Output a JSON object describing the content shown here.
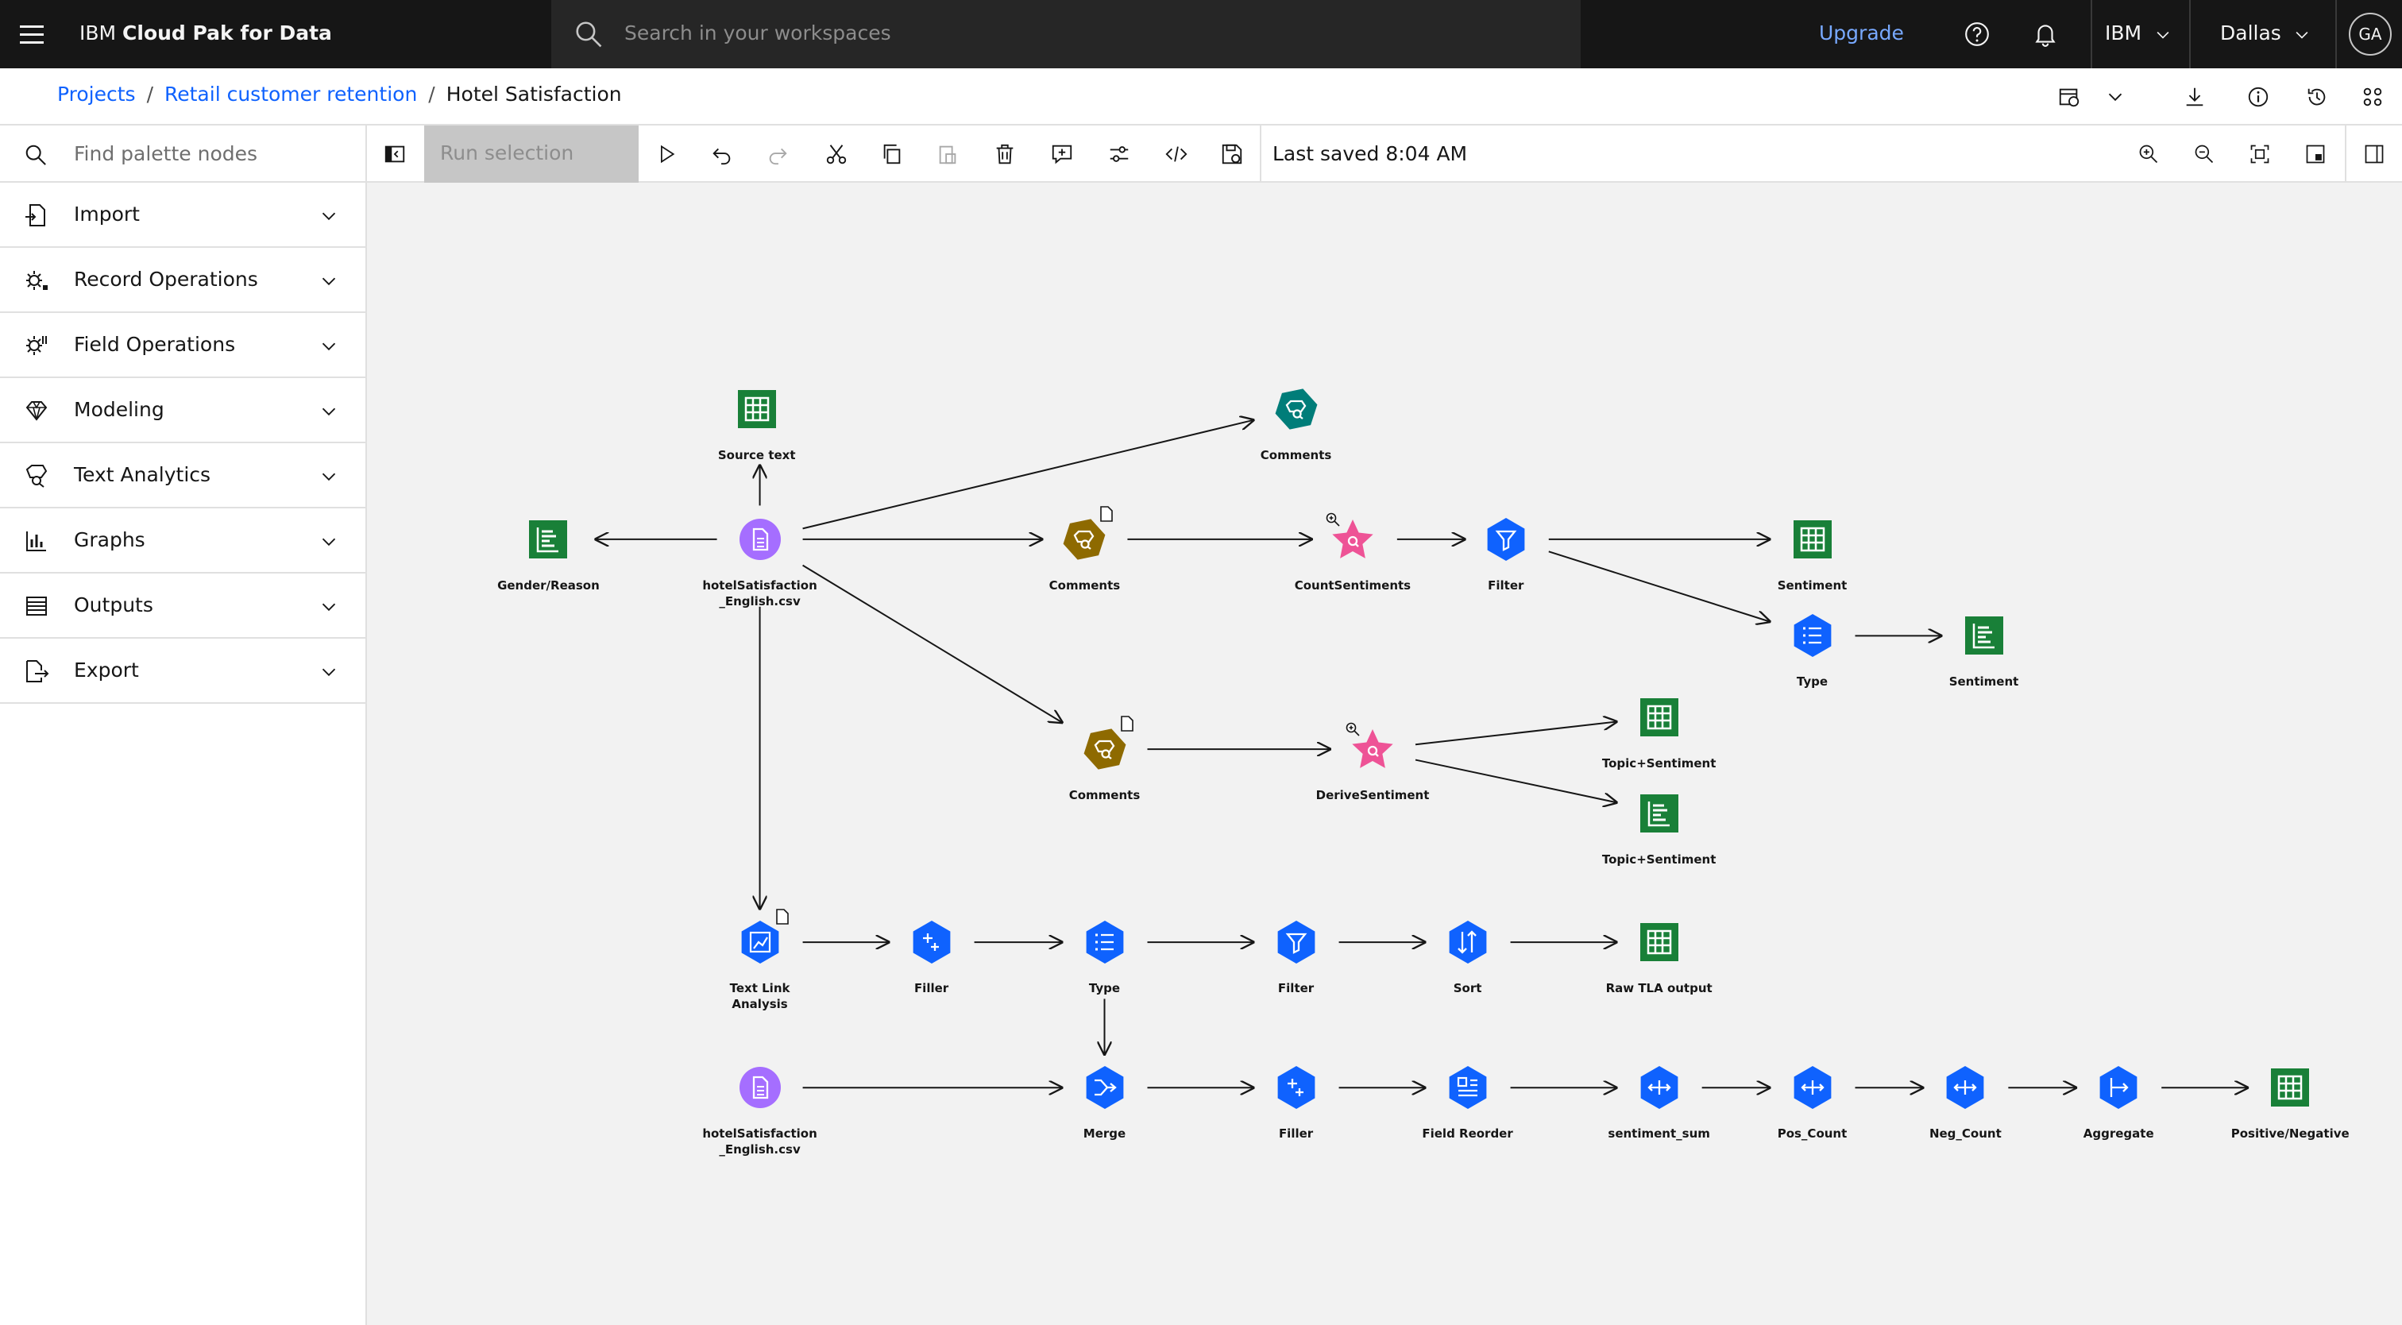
{
  "header": {
    "brand_prefix": "IBM",
    "brand_name": "Cloud Pak for Data",
    "search_placeholder": "Search in your workspaces",
    "upgrade": "Upgrade",
    "account": "IBM",
    "region": "Dallas",
    "avatar": "GA"
  },
  "breadcrumb": {
    "items": [
      "Projects",
      "Retail customer retention"
    ],
    "current": "Hotel Satisfaction"
  },
  "toolbar": {
    "palette_search_placeholder": "Find palette nodes",
    "run_selection": "Run selection",
    "last_saved": "Last saved 8:04 AM"
  },
  "palette": {
    "categories": [
      {
        "label": "Import",
        "icon": "import-icon"
      },
      {
        "label": "Record Operations",
        "icon": "record-ops-icon"
      },
      {
        "label": "Field Operations",
        "icon": "field-ops-icon"
      },
      {
        "label": "Modeling",
        "icon": "diamond-icon"
      },
      {
        "label": "Text Analytics",
        "icon": "text-analytics-icon"
      },
      {
        "label": "Graphs",
        "icon": "bar-chart-icon"
      },
      {
        "label": "Outputs",
        "icon": "outputs-icon"
      },
      {
        "label": "Export",
        "icon": "export-icon"
      }
    ]
  },
  "colors": {
    "import_node": "#a56eff",
    "output_node": "#198038",
    "text_node": "#8e6a00",
    "comments_teal": "#007d79",
    "star_node": "#ee5396",
    "ops_node": "#0f62fe",
    "accent": "#0f62fe"
  },
  "flow": {
    "nodes": [
      {
        "id": "source-text",
        "label": "Source text",
        "type": "table"
      },
      {
        "id": "comments-top",
        "label": "Comments",
        "type": "teal"
      },
      {
        "id": "gender-reason",
        "label": "Gender/Reason",
        "type": "chart"
      },
      {
        "id": "hotel-csv-1",
        "label": "hotelSatisfaction\n_English.csv",
        "type": "import"
      },
      {
        "id": "comments-1",
        "label": "Comments",
        "type": "text"
      },
      {
        "id": "count-sentiments",
        "label": "CountSentiments",
        "type": "star"
      },
      {
        "id": "filter-1",
        "label": "Filter",
        "type": "filter"
      },
      {
        "id": "sentiment-1",
        "label": "Sentiment",
        "type": "table"
      },
      {
        "id": "type-1",
        "label": "Type",
        "type": "typeop"
      },
      {
        "id": "sentiment-2",
        "label": "Sentiment",
        "type": "chart"
      },
      {
        "id": "comments-2",
        "label": "Comments",
        "type": "text"
      },
      {
        "id": "derive-sentiment",
        "label": "DeriveSentiment",
        "type": "star"
      },
      {
        "id": "topic-sentiment-1",
        "label": "Topic+Sentiment",
        "type": "table"
      },
      {
        "id": "topic-sentiment-2",
        "label": "Topic+Sentiment",
        "type": "chart"
      },
      {
        "id": "text-link-analysis",
        "label": "Text Link\nAnalysis",
        "type": "tla"
      },
      {
        "id": "filler-1",
        "label": "Filler",
        "type": "filler"
      },
      {
        "id": "type-2",
        "label": "Type",
        "type": "typeop"
      },
      {
        "id": "filter-2",
        "label": "Filter",
        "type": "filter"
      },
      {
        "id": "sort",
        "label": "Sort",
        "type": "sort"
      },
      {
        "id": "raw-tla",
        "label": "Raw TLA output",
        "type": "table"
      },
      {
        "id": "hotel-csv-2",
        "label": "hotelSatisfaction\n_English.csv",
        "type": "import"
      },
      {
        "id": "merge",
        "label": "Merge",
        "type": "merge"
      },
      {
        "id": "filler-2",
        "label": "Filler",
        "type": "filler"
      },
      {
        "id": "field-reorder",
        "label": "Field Reorder",
        "type": "reorder"
      },
      {
        "id": "sentiment-sum",
        "label": "sentiment_sum",
        "type": "derive"
      },
      {
        "id": "pos-count",
        "label": "Pos_Count",
        "type": "derive"
      },
      {
        "id": "neg-count",
        "label": "Neg_Count",
        "type": "derive"
      },
      {
        "id": "aggregate",
        "label": "Aggregate",
        "type": "aggregate"
      },
      {
        "id": "positive-negative",
        "label": "Positive/Negative",
        "type": "table"
      }
    ]
  }
}
